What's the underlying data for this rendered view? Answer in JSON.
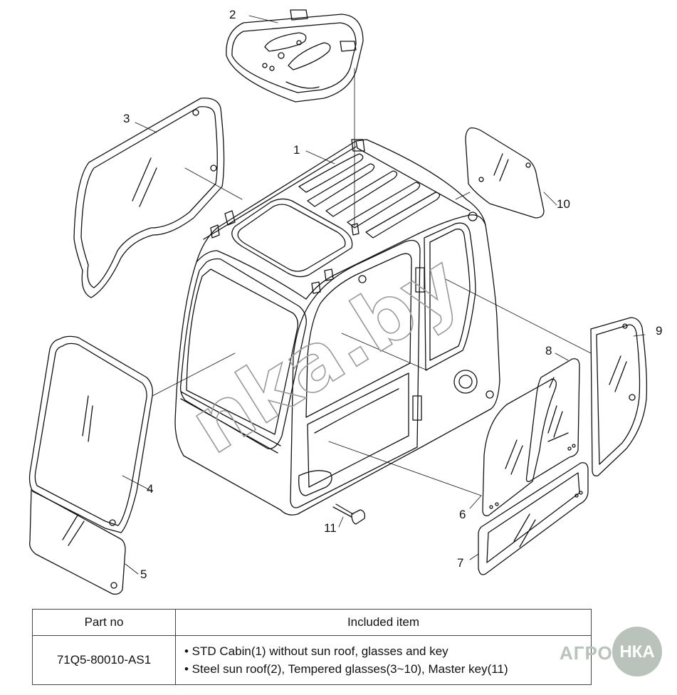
{
  "callouts": [
    {
      "id": "c1",
      "text": "1"
    },
    {
      "id": "c2",
      "text": "2"
    },
    {
      "id": "c3",
      "text": "3"
    },
    {
      "id": "c4",
      "text": "4"
    },
    {
      "id": "c5",
      "text": "5"
    },
    {
      "id": "c6",
      "text": "6"
    },
    {
      "id": "c7",
      "text": "7"
    },
    {
      "id": "c8",
      "text": "8"
    },
    {
      "id": "c9",
      "text": "9"
    },
    {
      "id": "c10",
      "text": "10"
    },
    {
      "id": "c11",
      "text": "11"
    }
  ],
  "watermark": "nka.by",
  "table": {
    "headers": [
      "Part no",
      "Included item"
    ],
    "rows": [
      {
        "part_no": "71Q5-80010-AS1",
        "items": [
          "• STD Cabin(1) without sun roof, glasses and key",
          "• Steel sun roof(2), Tempered glasses(3~10), Master key(11)"
        ]
      }
    ]
  },
  "logo": {
    "text_left": "АГРО",
    "text_circle": "НКА"
  }
}
